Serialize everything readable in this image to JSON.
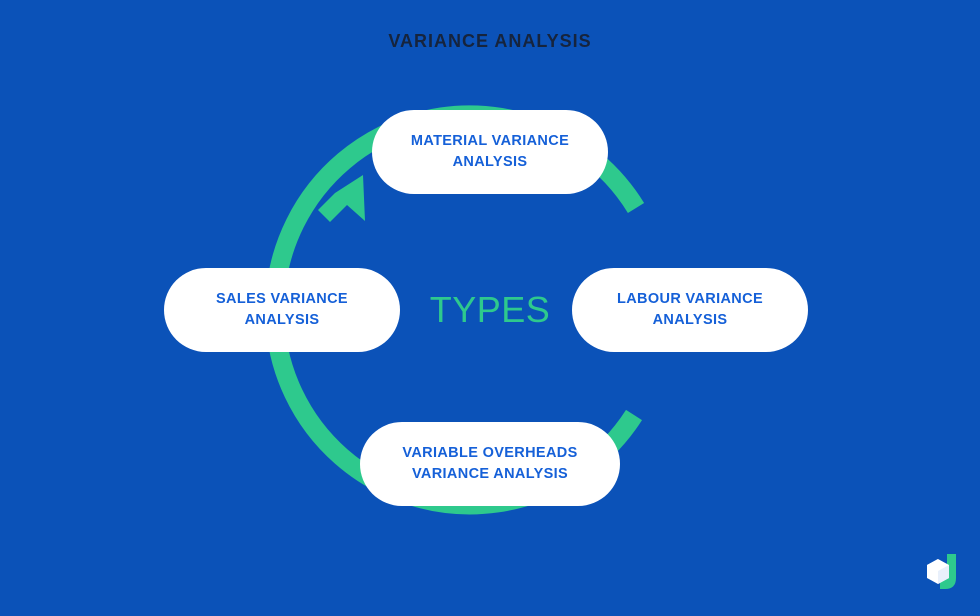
{
  "poster": {
    "title": "VARIANCE ANALYSIS",
    "center_label": "TYPES",
    "background_color": "#0b52b8",
    "accent_green": "#2ec98d",
    "card_background": "#ffffff",
    "card_text_color": "#1560d8",
    "title_color": "#16243d"
  },
  "diagram": {
    "type": "cycle",
    "direction": "counter-clockwise",
    "arrow_position": "top-left",
    "nodes": [
      {
        "id": "material",
        "label": "MATERIAL VARIANCE\nANALYSIS",
        "position": "top"
      },
      {
        "id": "labour",
        "label": "LABOUR VARIANCE\nANALYSIS",
        "position": "right"
      },
      {
        "id": "overheads",
        "label": "VARIABLE OVERHEADS\nVARIANCE ANALYSIS",
        "position": "bottom"
      },
      {
        "id": "sales",
        "label": "SALES VARIANCE\nANALYSIS",
        "position": "left"
      }
    ]
  },
  "branding": {
    "logo_name": "cube-j-logo",
    "logo_cube_color": "#ffffff",
    "logo_accent_color": "#2ec98d"
  }
}
